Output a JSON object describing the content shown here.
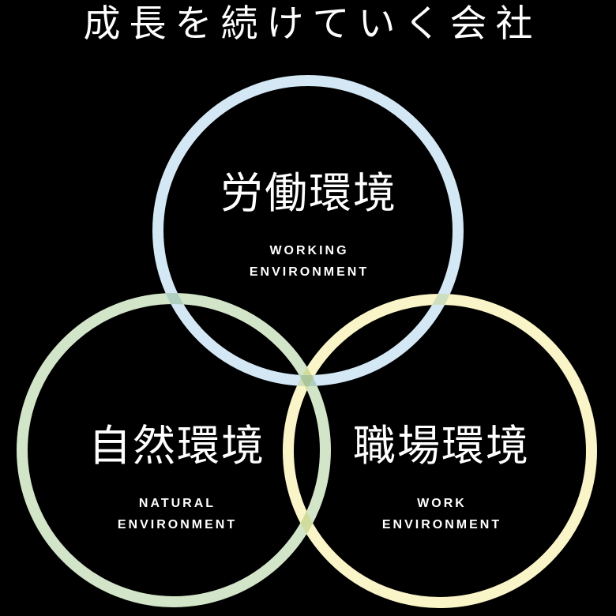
{
  "page": {
    "background_color": "#000000",
    "text_color": "#ffffff",
    "title": "成長を続けていく会社"
  },
  "diagram": {
    "circles": [
      {
        "id": "working-environment",
        "label_ja": "労働環境",
        "label_en_line1": "WORKING",
        "label_en_line2": "ENVIRONMENT",
        "stroke_color": "#d4e7f5"
      },
      {
        "id": "natural-environment",
        "label_ja": "自然環境",
        "label_en_line1": "NATURAL",
        "label_en_line2": "ENVIRONMENT",
        "stroke_color": "#d3e5c9"
      },
      {
        "id": "work-environment",
        "label_ja": "職場環境",
        "label_en_line1": "WORK",
        "label_en_line2": "ENVIRONMENT",
        "stroke_color": "#faf5c8"
      }
    ],
    "overlap_colors": {
      "blue_green": "#afcfc1",
      "blue_yellow": "#d0dec0",
      "green_yellow": "#cfdc9e",
      "triple": "#abc69a"
    }
  }
}
